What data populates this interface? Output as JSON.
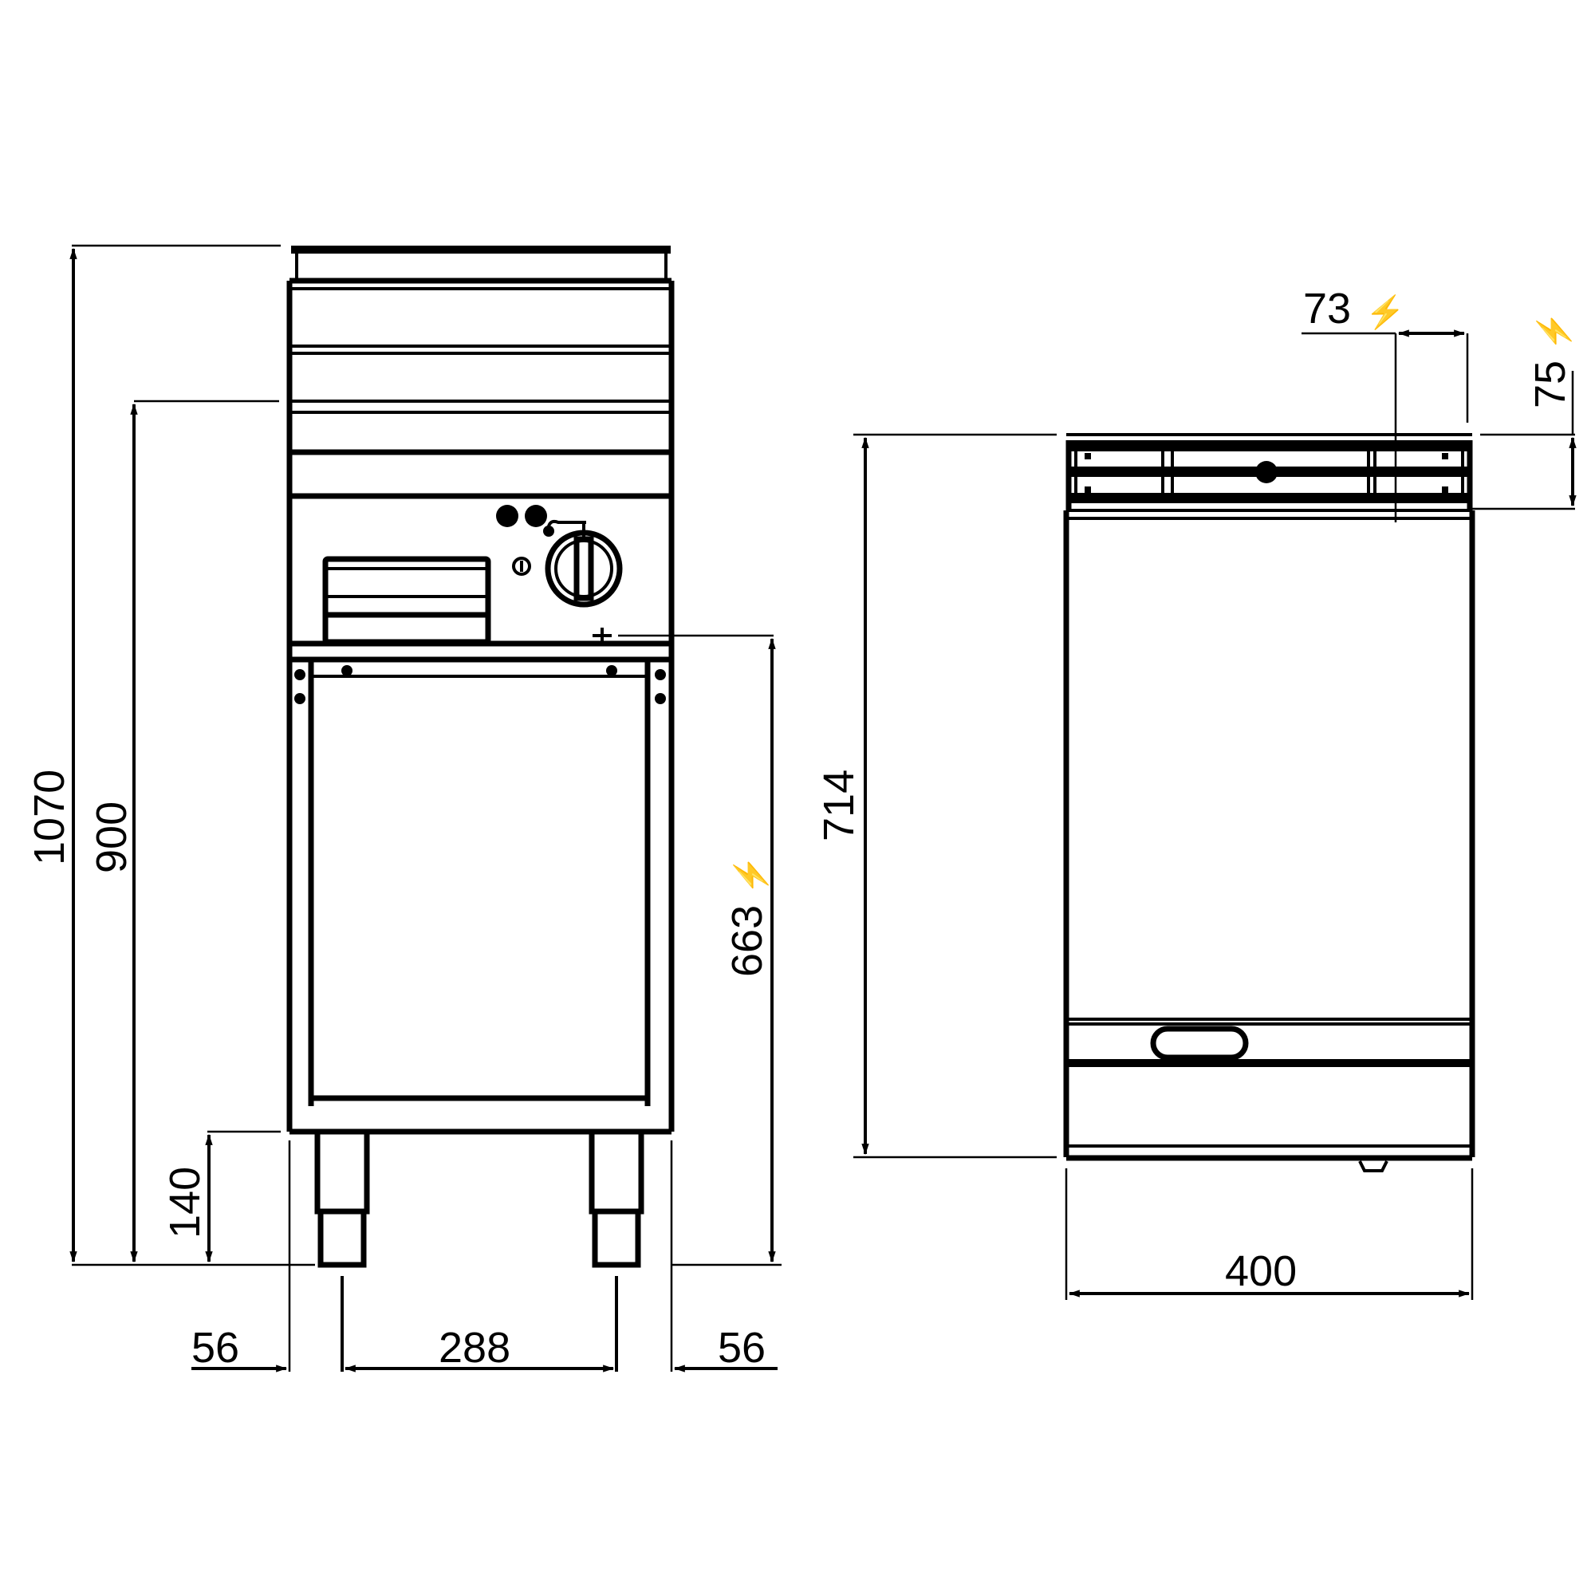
{
  "drawing": {
    "type": "technical-dimension-drawing",
    "views": [
      "front-view",
      "side-view"
    ],
    "units": "mm",
    "line_color": "#000000",
    "background": "#ffffff"
  },
  "front_view": {
    "dimensions": {
      "overall_height": "1070",
      "worktop_height": "900",
      "leg_height": "140",
      "electrical_connection_height": "663",
      "left_leg_offset": "56",
      "leg_spacing": "288",
      "right_leg_offset": "56"
    },
    "electrical_symbol": "⚡"
  },
  "side_view": {
    "dimensions": {
      "body_height": "714",
      "width": "400",
      "connection_offset_horizontal": "73",
      "connection_offset_vertical": "75"
    },
    "electrical_symbol": "⚡"
  }
}
